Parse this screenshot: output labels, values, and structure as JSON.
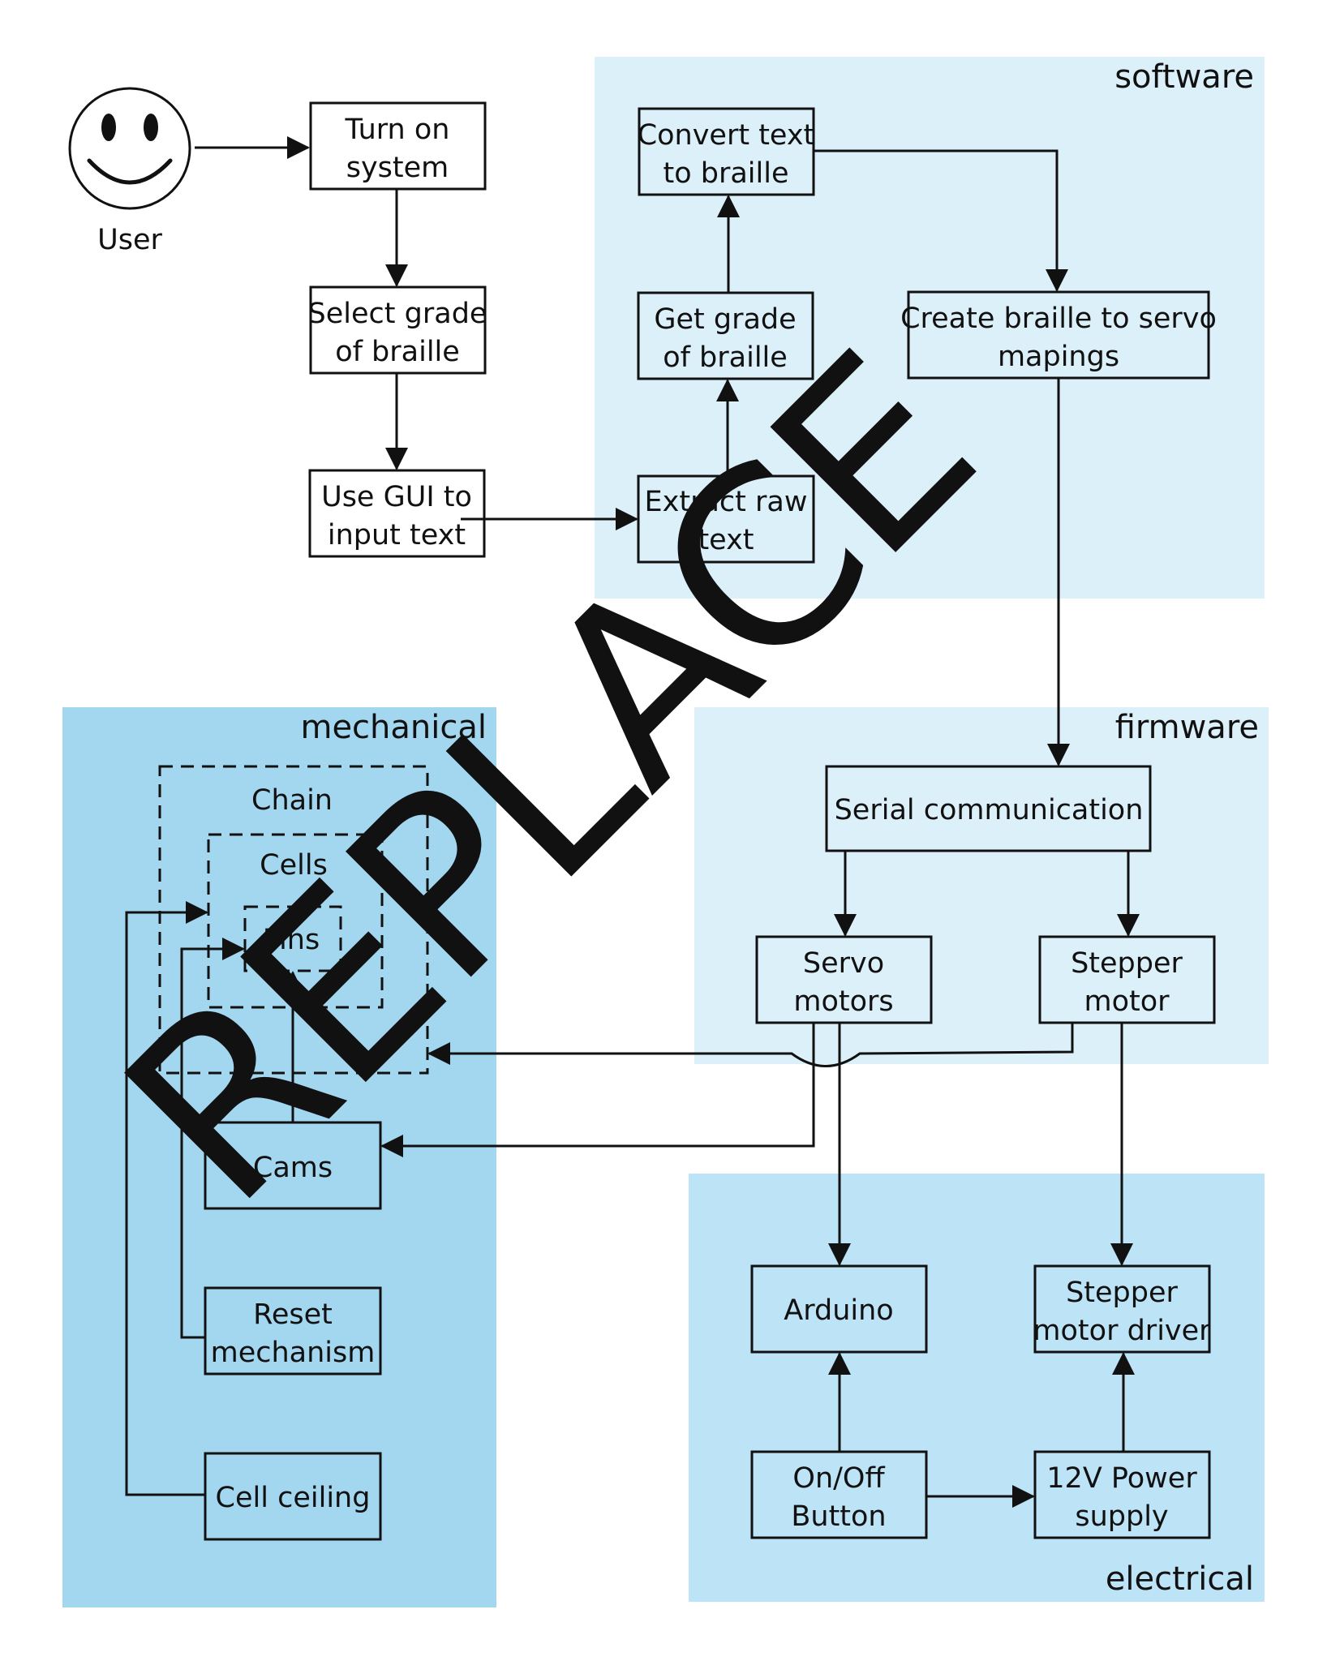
{
  "regions": {
    "software": {
      "label": "software",
      "color": "#dcf0fa"
    },
    "mechanical": {
      "label": "mechanical",
      "color": "#a3d7f0"
    },
    "firmware": {
      "label": "firmware",
      "color": "#dcf0fa"
    },
    "electrical": {
      "label": "electrical",
      "color": "#bde3f6"
    }
  },
  "user": {
    "label": "User"
  },
  "nodes": {
    "turn_on": {
      "line1": "Turn on",
      "line2": "system"
    },
    "select_grade": {
      "line1": "Select grade",
      "line2": "of braille"
    },
    "use_gui": {
      "line1": "Use GUI to",
      "line2": "input text"
    },
    "convert_text": {
      "line1": "Convert text",
      "line2": "to braille"
    },
    "get_grade": {
      "line1": "Get grade",
      "line2": "of braille"
    },
    "extract_raw": {
      "line1": "Extract raw",
      "line2": "text"
    },
    "create_mapping": {
      "line1": "Create braille to servo",
      "line2": "mapings"
    },
    "serial_comm": {
      "line1": "Serial communication"
    },
    "servo_motors": {
      "line1": "Servo",
      "line2": "motors"
    },
    "stepper_motor": {
      "line1": "Stepper",
      "line2": "motor"
    },
    "arduino": {
      "line1": "Arduino"
    },
    "stepper_driver": {
      "line1": "Stepper",
      "line2": "motor driver"
    },
    "on_off": {
      "line1": "On/Off",
      "line2": "Button"
    },
    "power_supply": {
      "line1": "12V Power",
      "line2": "supply"
    },
    "chain": {
      "line1": "Chain"
    },
    "cells": {
      "line1": "Cells"
    },
    "pins": {
      "line1": "Pins"
    },
    "cams": {
      "line1": "Cams"
    },
    "reset": {
      "line1": "Reset",
      "line2": "mechanism"
    },
    "cell_ceiling": {
      "line1": "Cell ceiling"
    }
  },
  "watermark": {
    "text": "REPLACE",
    "color": "#ee4b3d"
  }
}
